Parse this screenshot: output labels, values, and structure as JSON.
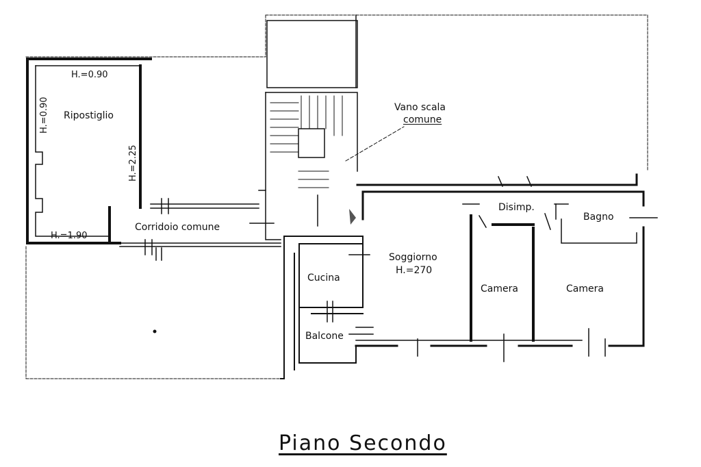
{
  "plan_title": "Piano Secondo",
  "rooms": {
    "ripostiglio": "Ripostiglio",
    "corridoio": "Corridoio comune",
    "vano_scala_line1": "Vano scala",
    "vano_scala_line2": "comune",
    "disimpegno": "Disimp.",
    "bagno": "Bagno",
    "soggiorno": "Soggiorno",
    "soggiorno_height": "H.=270",
    "cucina": "Cucina",
    "camera_1": "Camera",
    "camera_2": "Camera",
    "balcone": "Balcone"
  },
  "heights": {
    "top": "H.=0.90",
    "left_vertical": "H.=0.90",
    "right_vertical": "H.=2.25",
    "bottom": "H.=1.90"
  }
}
